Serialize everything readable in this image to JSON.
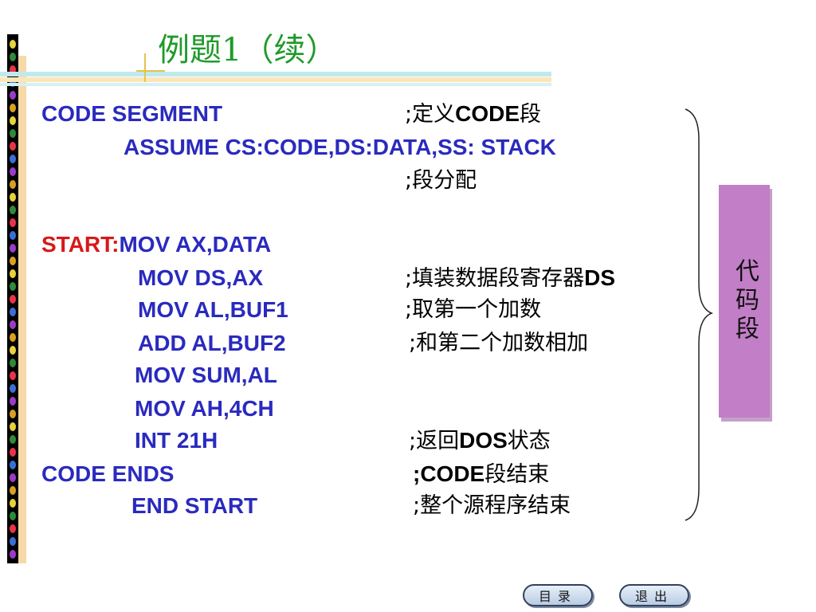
{
  "title": "例题1（续）",
  "code": {
    "l1": "CODE SEGMENT",
    "l1_comment_prefix": ";定义",
    "l1_comment_bold": "CODE",
    "l1_comment_suffix": "段",
    "l2": "ASSUME    CS:CODE,DS:DATA,SS: STACK",
    "l3_comment": ";段分配",
    "l4_label": "START:",
    "l4": "MOV AX,DATA",
    "l5": "MOV DS,AX",
    "l5_comment": ";填装数据段寄存器",
    "l5_comment_bold": "DS",
    "l6": "MOV AL,BUF1",
    "l6_comment": ";取第一个加数",
    "l7": "ADD AL,BUF2",
    "l7_comment": ";和第二个加数相加",
    "l8": "MOV SUM,AL",
    "l9": "MOV AH,4CH",
    "l10": "INT  21H",
    "l10_comment_prefix": ";返回",
    "l10_comment_bold": "DOS",
    "l10_comment_suffix": "状态",
    "l11": "CODE  ENDS",
    "l11_comment_bold": ";CODE",
    "l11_comment_suffix": "段结束",
    "l12": "END START",
    "l12_comment": ";整个源程序结束"
  },
  "side_label": "代码段",
  "nav": {
    "contents": "目录",
    "exit": "退出"
  },
  "colors": {
    "code_text": "#2a2abf",
    "label_red": "#d81818",
    "title_green": "#1f9a2a",
    "side_fill": "#c27ec6"
  }
}
